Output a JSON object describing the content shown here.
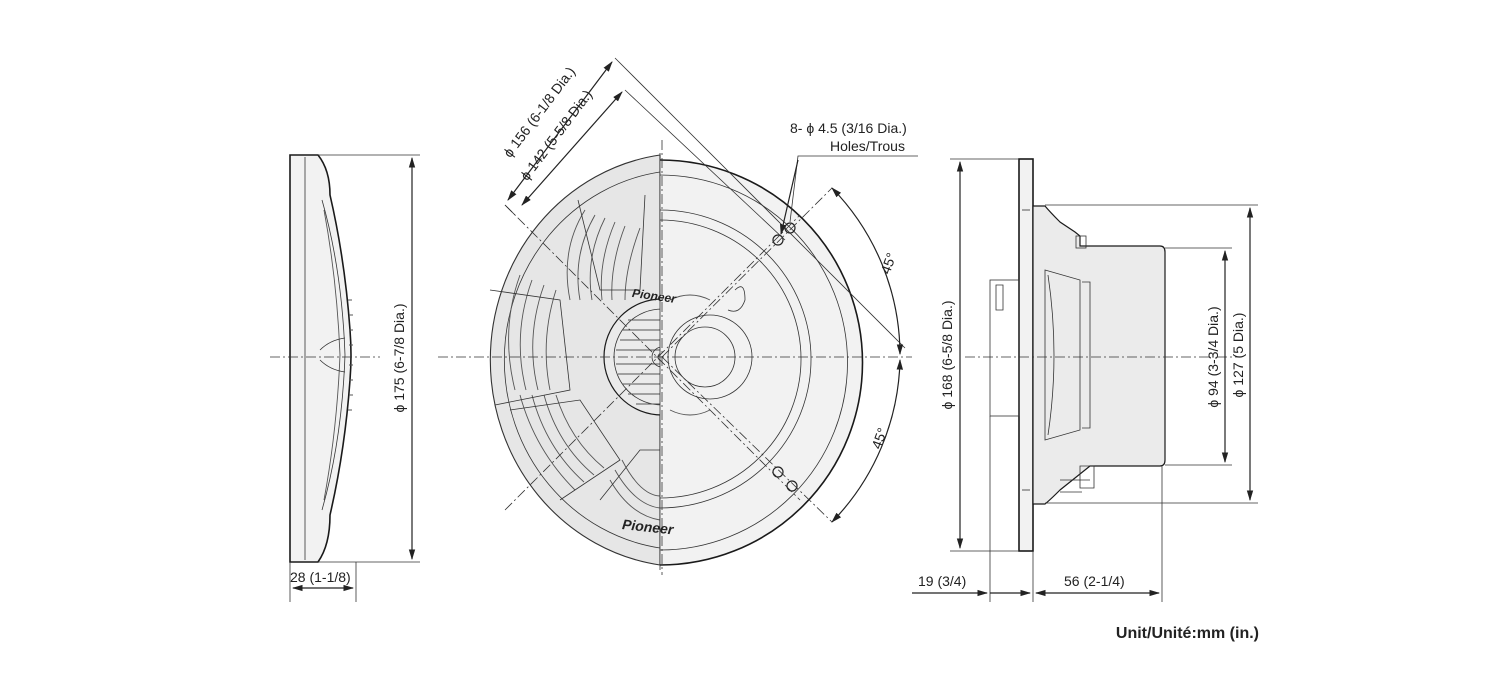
{
  "labels": {
    "depth_total": "28 (1-1/8)",
    "diameter_overall": "ϕ 175 (6-7/8 Dia.)",
    "diameter_grille": "ϕ 156 (6-1/8 Dia.)",
    "diameter_mount": "ϕ 142 (5-5/8 Dia.)",
    "holes": "8- ϕ 4.5 (3/16 Dia.)",
    "holes_sub": "Holes/Trous",
    "angle_top": "45°",
    "angle_bottom": "45°",
    "diameter_frame": "ϕ 168 (6-5/8 Dia.)",
    "diameter_magnet": "ϕ 94 (3-3/4 Dia.)",
    "diameter_basket": "ϕ 127 (5 Dia.)",
    "flange_depth": "19 (3/4)",
    "mount_depth": "56 (2-1/4)",
    "unit": "Unit/Unité:mm (in.)"
  },
  "logos": {
    "brand": "Pioneer"
  }
}
